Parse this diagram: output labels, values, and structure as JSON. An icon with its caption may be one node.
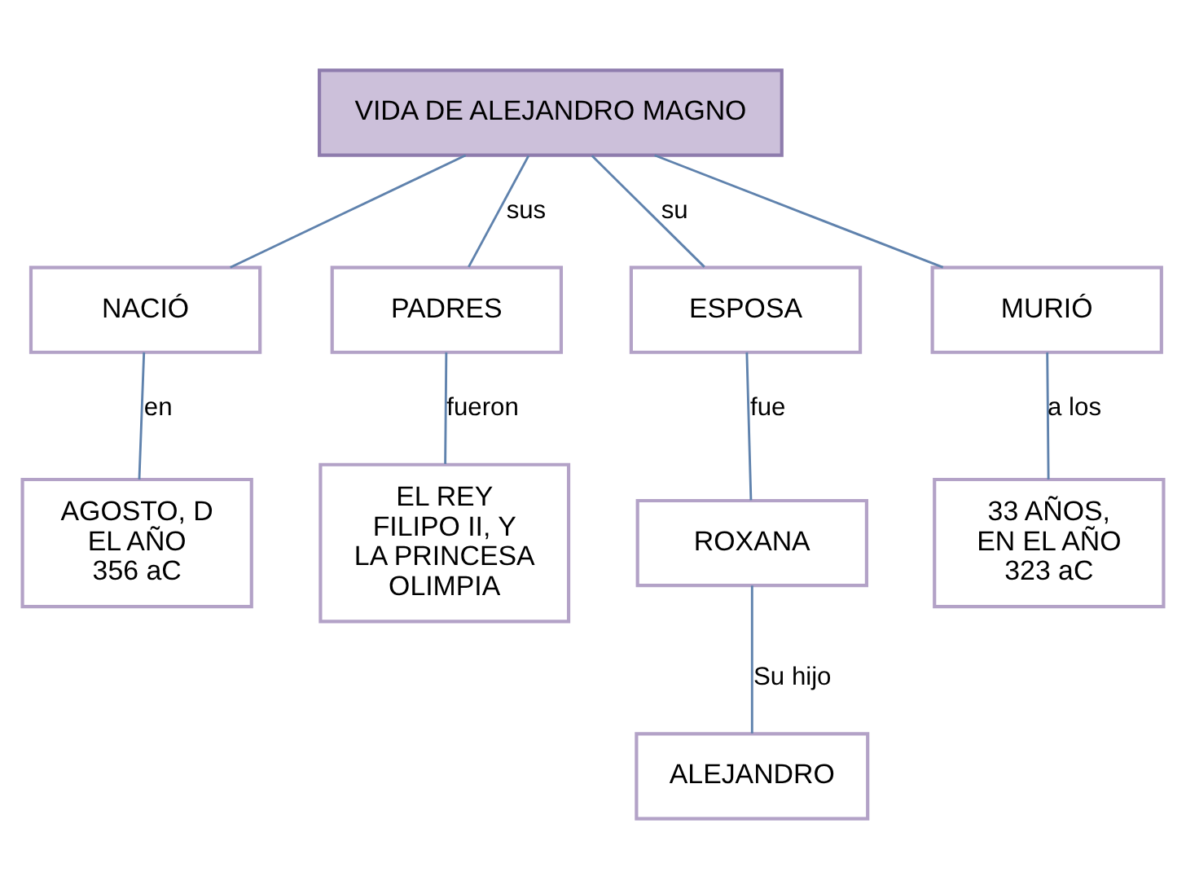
{
  "diagram": {
    "nodes": [
      {
        "text": [
          "VIDA DE ALEJANDRO MAGNO"
        ]
      },
      {
        "text": [
          "NACIÓ"
        ]
      },
      {
        "text": [
          "PADRES"
        ]
      },
      {
        "text": [
          "ESPOSA"
        ]
      },
      {
        "text": [
          "MURIÓ"
        ]
      },
      {
        "text": [
          "AGOSTO, D EL AÑO 356 aC"
        ]
      },
      {
        "text": [
          "EL REY FILIPO II, Y LA PRINCESA OLIMPIA"
        ]
      },
      {
        "text": [
          "ROXANA"
        ]
      },
      {
        "text": [
          "33 AÑOS, EN EL AÑO 323 aC"
        ]
      },
      {
        "text": [
          "ALEJANDRO"
        ]
      }
    ],
    "edges": [
      {
        "from": 0,
        "to": 1,
        "arrow": "none"
      },
      {
        "from": 0,
        "to": 2,
        "arrow": "none",
        "label": "sus"
      },
      {
        "from": 0,
        "to": 3,
        "arrow": "none",
        "label": "su"
      },
      {
        "from": 0,
        "to": 4,
        "arrow": "none"
      },
      {
        "from": 1,
        "to": 5,
        "arrow": "none",
        "label": "en"
      },
      {
        "from": 2,
        "to": 6,
        "arrow": "none",
        "label": "fueron"
      },
      {
        "from": 3,
        "to": 7,
        "arrow": "none",
        "label": "fue"
      },
      {
        "from": 4,
        "to": 8,
        "arrow": "none",
        "label": "a los"
      },
      {
        "from": 7,
        "to": 9,
        "arrow": "none",
        "label": "Su hijo"
      }
    ]
  }
}
